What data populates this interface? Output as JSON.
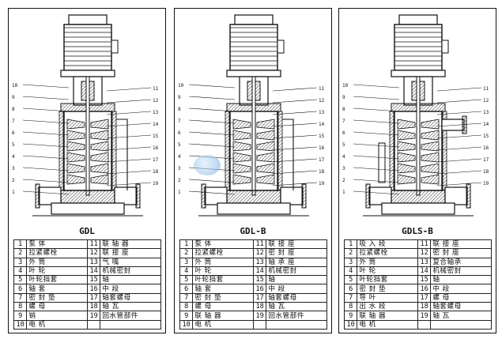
{
  "panels": [
    {
      "caption": "GDL",
      "parts": [
        [
          "1",
          "泵 体",
          "11",
          "联 轴 器"
        ],
        [
          "2",
          "拉紧螺栓",
          "12",
          "联 接 座"
        ],
        [
          "3",
          "外 筒",
          "13",
          "气 嘴"
        ],
        [
          "4",
          "叶 轮",
          "14",
          "机械密封"
        ],
        [
          "5",
          "叶轮挡套",
          "15",
          "轴"
        ],
        [
          "6",
          "轴 套",
          "16",
          "中 段"
        ],
        [
          "7",
          "密 封 垫",
          "17",
          "轴套螺母"
        ],
        [
          "8",
          "螺 母",
          "18",
          "轴 瓦"
        ],
        [
          "9",
          "销",
          "19",
          "回水管部件"
        ],
        [
          "10",
          "电 机",
          "",
          ""
        ]
      ],
      "callouts_left": [
        "10",
        "9",
        "8",
        "7",
        "6",
        "5",
        "4",
        "3",
        "2",
        "1"
      ],
      "callouts_right": [
        "11",
        "12",
        "13",
        "14",
        "15",
        "16",
        "17",
        "18",
        "19"
      ]
    },
    {
      "caption": "GDL-B",
      "parts": [
        [
          "1",
          "泵 体",
          "11",
          "联 接 座"
        ],
        [
          "2",
          "拉紧螺栓",
          "12",
          "密 封 座"
        ],
        [
          "3",
          "外 筒",
          "13",
          "轴 承 座"
        ],
        [
          "4",
          "叶 轮",
          "14",
          "机械密封"
        ],
        [
          "5",
          "叶轮挡套",
          "15",
          "轴"
        ],
        [
          "6",
          "轴 套",
          "16",
          "中 段"
        ],
        [
          "7",
          "密 封 垫",
          "17",
          "轴套螺母"
        ],
        [
          "8",
          "螺 母",
          "18",
          "轴 瓦"
        ],
        [
          "9",
          "联 轴 器",
          "19",
          "回水管部件"
        ],
        [
          "10",
          "电 机",
          "",
          ""
        ]
      ],
      "callouts_left": [
        "10",
        "9",
        "8",
        "7",
        "6",
        "5",
        "4",
        "3",
        "2",
        "1"
      ],
      "callouts_right": [
        "11",
        "12",
        "13",
        "14",
        "15",
        "16",
        "17",
        "18",
        "19"
      ]
    },
    {
      "caption": "GDLS-B",
      "parts": [
        [
          "1",
          "吸 入 段",
          "11",
          "联 接 座"
        ],
        [
          "2",
          "拉紧螺栓",
          "12",
          "密 封 座"
        ],
        [
          "3",
          "外 筒",
          "13",
          "复合轴承"
        ],
        [
          "4",
          "叶 轮",
          "14",
          "机械密封"
        ],
        [
          "5",
          "叶轮挡套",
          "15",
          "轴"
        ],
        [
          "6",
          "密 封 垫",
          "16",
          "中 段"
        ],
        [
          "7",
          "导 叶",
          "17",
          "螺 母"
        ],
        [
          "8",
          "出 水 段",
          "18",
          "轴套螺母"
        ],
        [
          "9",
          "联 轴 器",
          "19",
          "轴 瓦"
        ],
        [
          "10",
          "电 机",
          "",
          ""
        ]
      ],
      "callouts_left": [
        "10",
        "9",
        "8",
        "7",
        "6",
        "5",
        "4",
        "3",
        "2",
        "1"
      ],
      "callouts_right": [
        "11",
        "12",
        "13",
        "14",
        "15",
        "16",
        "17",
        "18",
        "19"
      ]
    }
  ],
  "colors": {
    "line": "#111111",
    "hatch": "#333333",
    "water": "#6aa7d8"
  }
}
